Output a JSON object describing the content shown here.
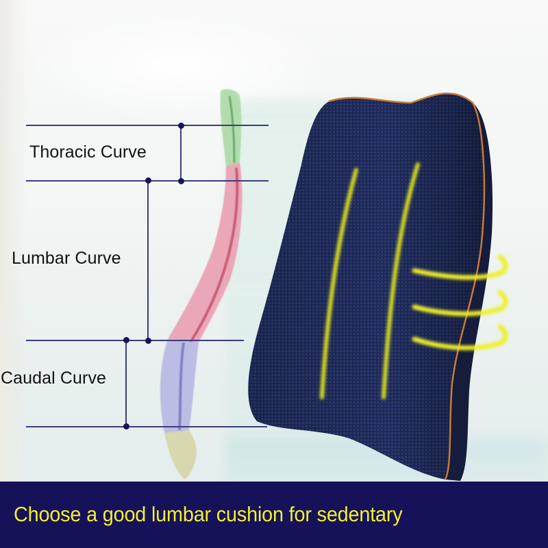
{
  "diagram": {
    "labels": {
      "thoracic": "Thoracic Curve",
      "lumbar": "Lumbar Curve",
      "caudal": "Caudal Curve"
    },
    "spine_segments": [
      {
        "name": "cervical/thoracic",
        "color": "#9fd39a"
      },
      {
        "name": "lumbar",
        "color": "#e48aa2"
      },
      {
        "name": "caudal",
        "color": "#a9a8de"
      },
      {
        "name": "sacrum",
        "color": "#cfcf9e"
      }
    ]
  },
  "product": {
    "name": "lumbar cushion",
    "fabric_color": "#1f2a58",
    "piping_color": "#c77a3a",
    "highlight_color": "#e6ea1c"
  },
  "banner": {
    "text": "Choose a good lumbar cushion for sedentary",
    "background": "#16125a",
    "text_color": "#f2ef2e"
  }
}
